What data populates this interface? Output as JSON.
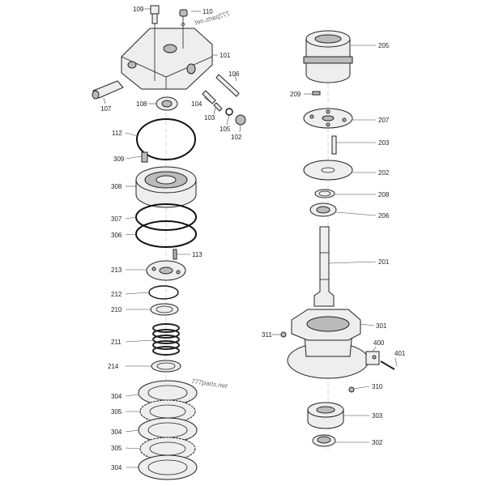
{
  "watermarks": [
    "777parts.net",
    "777parts.net"
  ],
  "labels": {
    "l109": "109",
    "l110": "110",
    "l101": "101",
    "l107": "107",
    "l106": "106",
    "l108": "108",
    "l104": "104",
    "l103": "103",
    "l105": "105",
    "l102": "102",
    "l112": "112",
    "l309": "309",
    "l308": "308",
    "l307": "307",
    "l306": "306",
    "l113": "113",
    "l213": "213",
    "l212": "212",
    "l210": "210",
    "l211": "211",
    "l214": "214",
    "l304a": "304",
    "l305a": "305",
    "l304b": "304",
    "l305b": "305",
    "l304c": "304",
    "l205": "205",
    "l209": "209",
    "l207": "207",
    "l203": "203",
    "l202": "202",
    "l208": "208",
    "l206": "206",
    "l201": "201",
    "l301": "301",
    "l311": "311",
    "l400": "400",
    "l401": "401",
    "l310": "310",
    "l303": "303",
    "l302": "302"
  }
}
